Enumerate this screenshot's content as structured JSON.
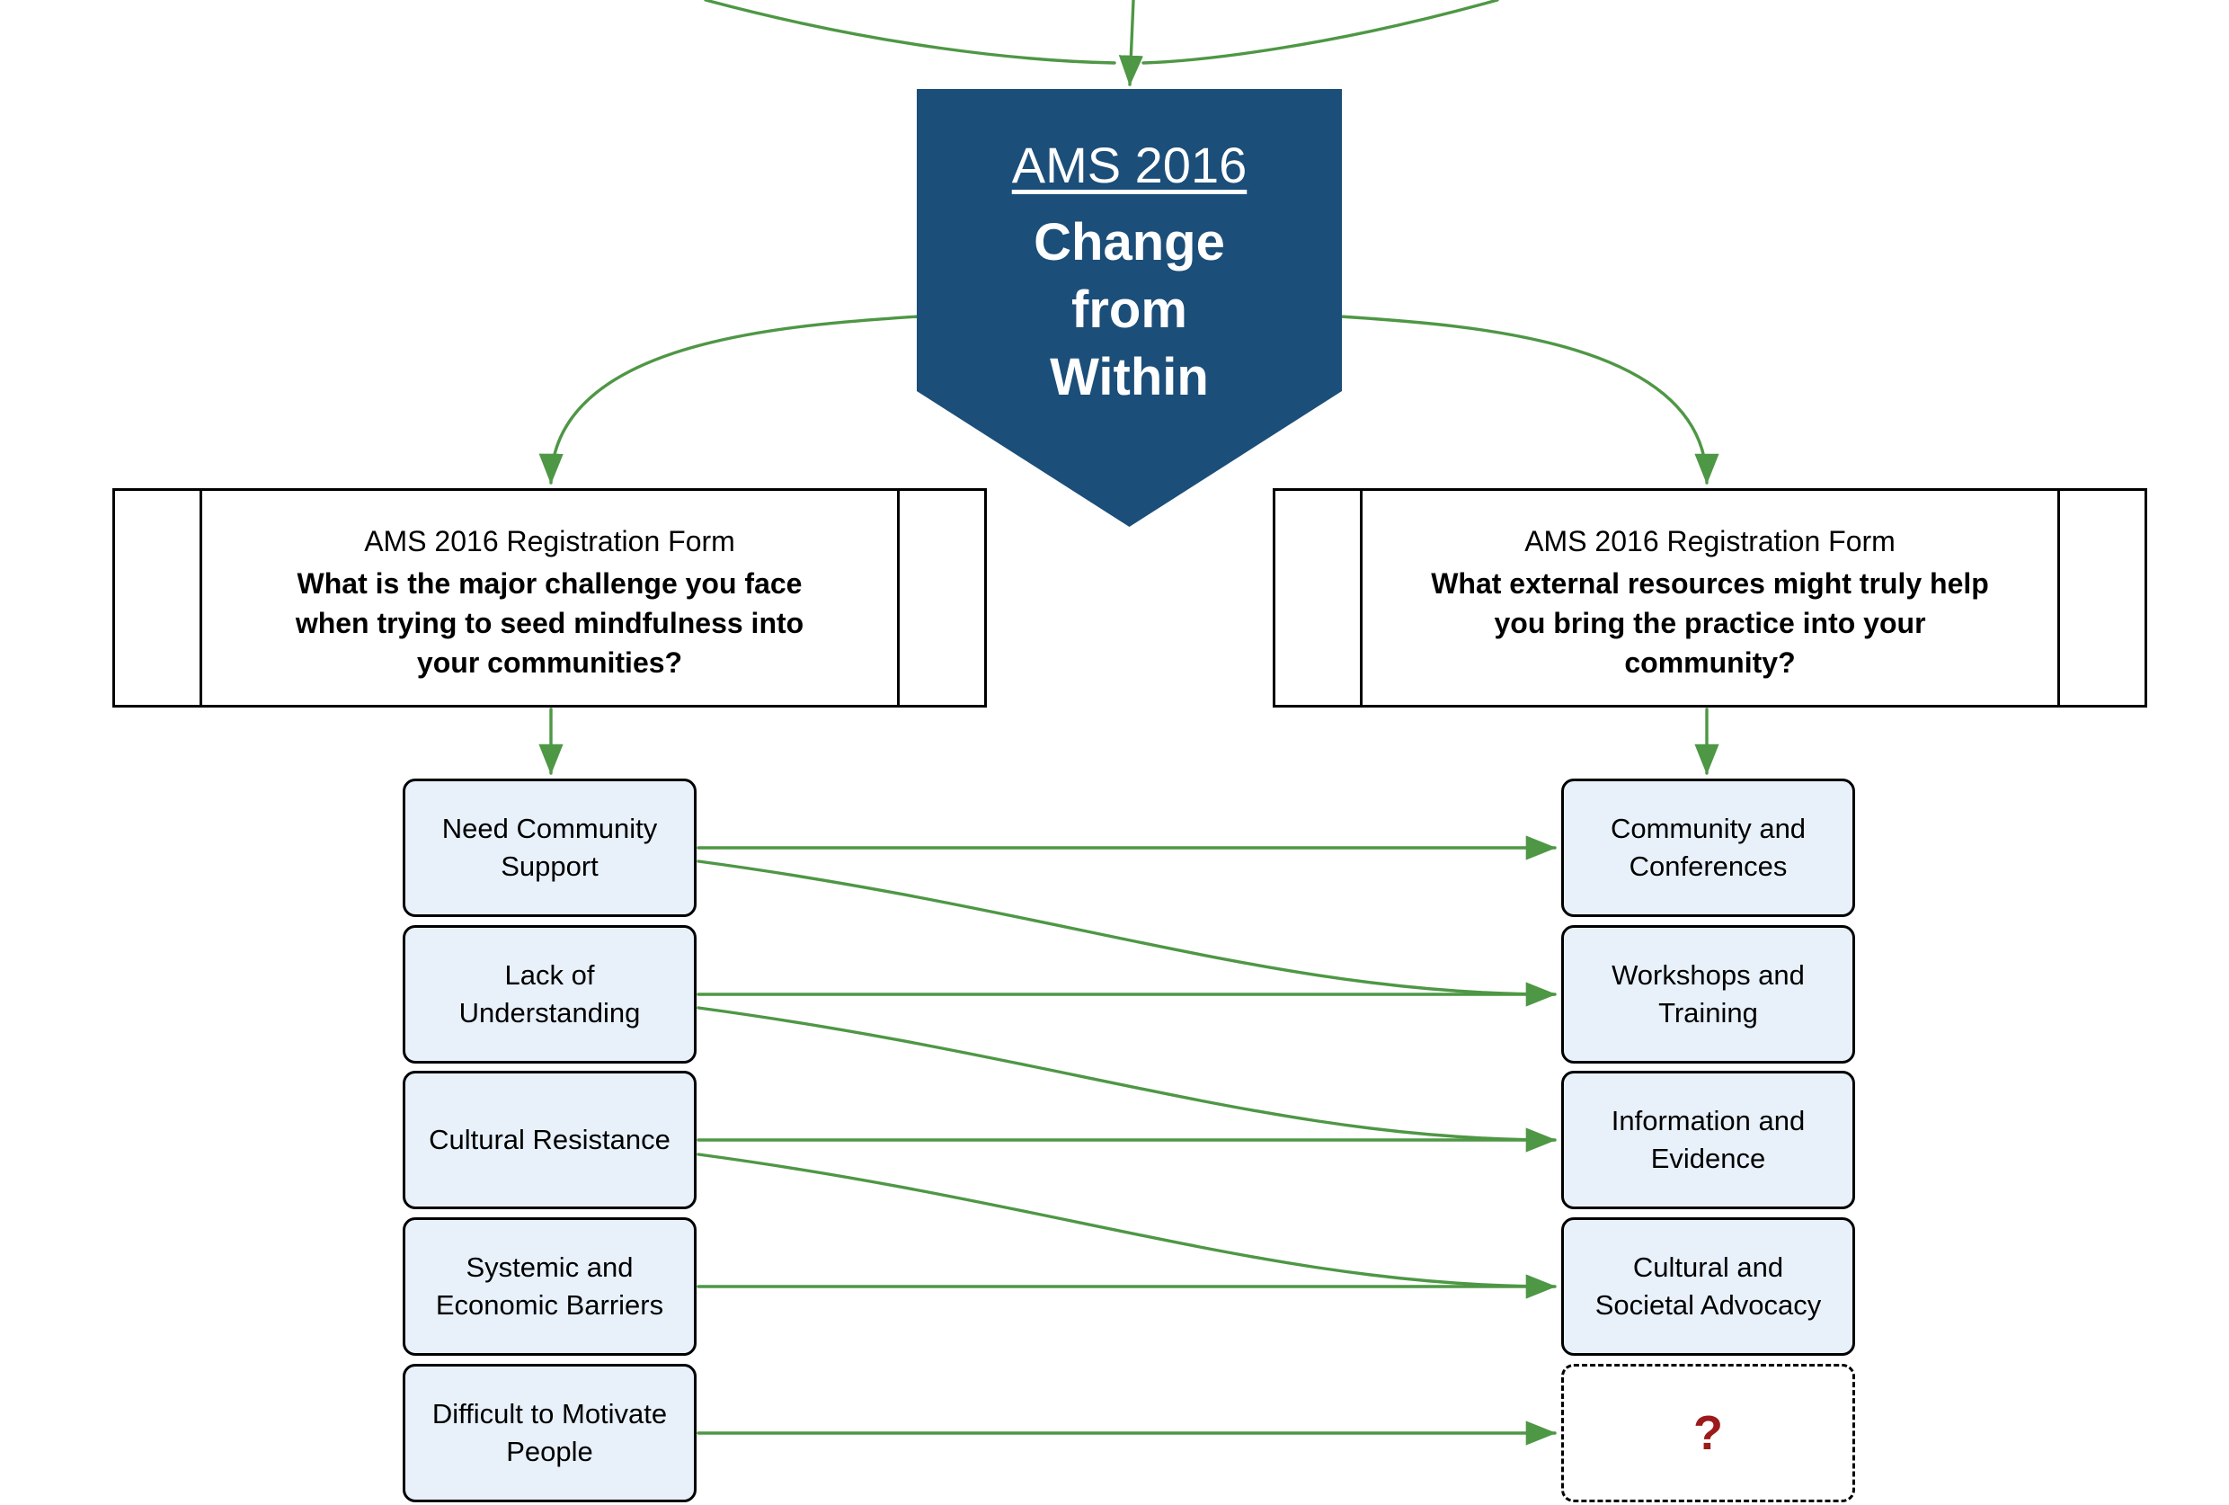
{
  "banner": {
    "title": "AMS 2016",
    "subtitle": "Change from Within"
  },
  "forms": {
    "left": {
      "title": "AMS 2016 Registration Form",
      "question": "What is the major challenge you face when trying to seed mindfulness into your communities?"
    },
    "right": {
      "title": "AMS 2016 Registration Form",
      "question": "What external resources might truly help you bring the practice into your community?"
    }
  },
  "challenges": {
    "items": [
      "Need Community Support",
      "Lack of Understanding",
      "Cultural Resistance",
      "Systemic and Economic Barriers",
      "Difficult to Motivate People"
    ]
  },
  "resources": {
    "items": [
      "Community and Conferences",
      "Workshops and Training",
      "Information and Evidence",
      "Cultural and Societal Advocacy"
    ]
  },
  "unknown_label": "?",
  "connections": [
    {
      "from": "AMS 2016 Change from Within",
      "to": "Left registration question"
    },
    {
      "from": "AMS 2016 Change from Within",
      "to": "Right registration question"
    },
    {
      "from": "Need Community Support",
      "to": "Community and Conferences"
    },
    {
      "from": "Need Community Support",
      "to": "Workshops and Training"
    },
    {
      "from": "Lack of Understanding",
      "to": "Workshops and Training"
    },
    {
      "from": "Lack of Understanding",
      "to": "Information and Evidence"
    },
    {
      "from": "Cultural Resistance",
      "to": "Information and Evidence"
    },
    {
      "from": "Cultural Resistance",
      "to": "Cultural and Societal Advocacy"
    },
    {
      "from": "Systemic and Economic Barriers",
      "to": "Cultural and Societal Advocacy"
    },
    {
      "from": "Difficult to Motivate People",
      "to": "?"
    }
  ],
  "colors": {
    "arrow_green": "#4e9745",
    "banner_blue": "#1b4e79",
    "node_fill": "#e8f1fa",
    "question_red": "#9c1a1a"
  }
}
